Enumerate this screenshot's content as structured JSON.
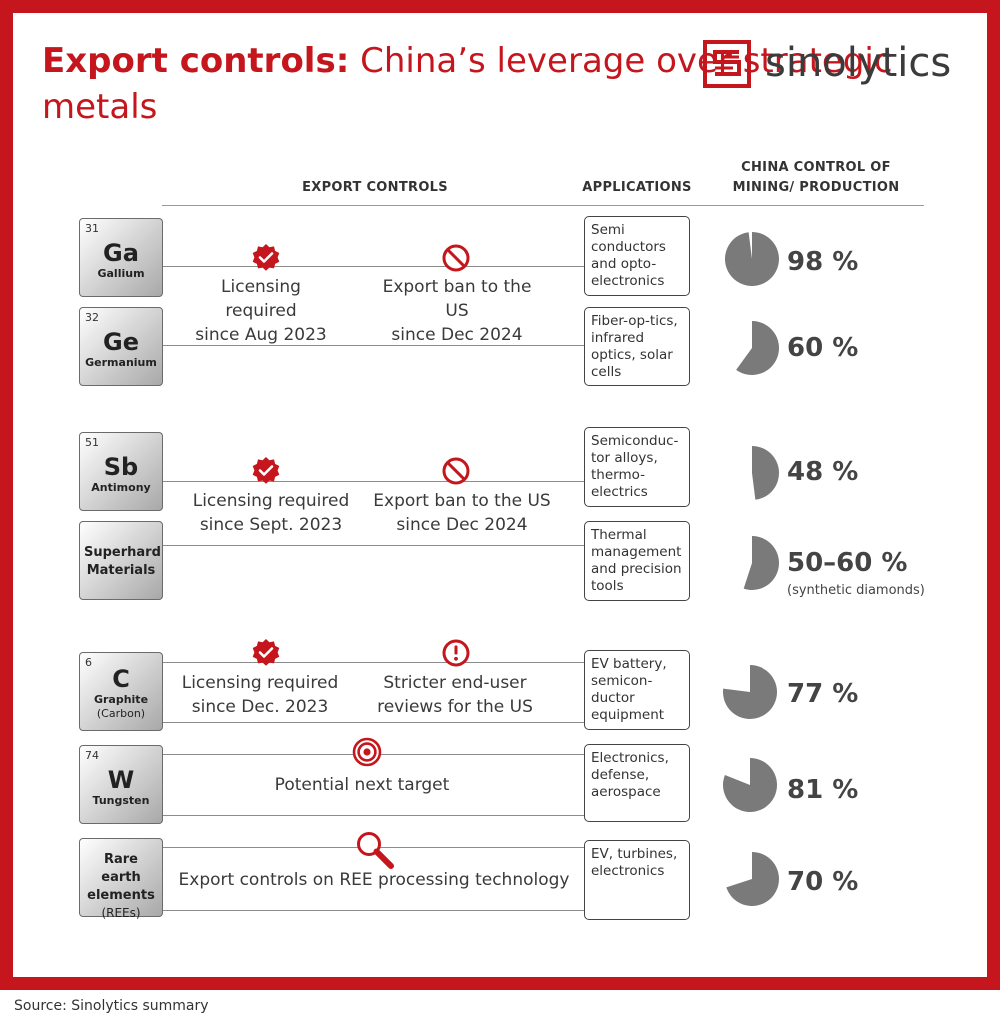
{
  "title": {
    "bold": "Export controls:",
    "rest": "China’s leverage over strategic metals"
  },
  "brand": {
    "name": "sinolytics",
    "color": "#c4161c"
  },
  "headers": {
    "export_controls": "EXPORT CONTROLS",
    "applications": "APPLICATIONS",
    "china_control": "CHINA CONTROL OF MINING/ PRODUCTION"
  },
  "rows": [
    {
      "number": "31",
      "symbol": "Ga",
      "name": "Gallium",
      "application": "Semi conductors and opto-electronics",
      "percent": "98 %",
      "share": 0.98
    },
    {
      "number": "32",
      "symbol": "Ge",
      "name": "Germanium",
      "application": "Fiber-op-tics, infrared optics, solar cells",
      "percent": "60 %",
      "share": 0.6
    },
    {
      "number": "51",
      "symbol": "Sb",
      "name": "Antimony",
      "application": "Semiconduc-tor alloys, thermo-electrics",
      "percent": "48 %",
      "share": 0.48
    },
    {
      "name": "Superhard Materials",
      "application": "Thermal management and precision tools",
      "percent": "50–60 %",
      "percent_note": "(synthetic diamonds)",
      "share": 0.55
    },
    {
      "number": "6",
      "symbol": "C",
      "name": "Graphite",
      "note": "(Carbon)",
      "application": "EV battery, semicon-ductor equipment",
      "percent": "77 %",
      "share": 0.77
    },
    {
      "number": "74",
      "symbol": "W",
      "name": "Tungsten",
      "application": "Electronics, defense, aerospace",
      "percent": "81 %",
      "share": 0.81
    },
    {
      "name": "Rare earth elements",
      "note": "(REEs)",
      "application": "EV, turbines, electronics",
      "percent": "70 %",
      "share": 0.7
    }
  ],
  "controls": [
    {
      "icon": "check-badge-icon",
      "line1": "Licensing required",
      "line2": "since Aug 2023"
    },
    {
      "icon": "prohibited-icon",
      "line1": "Export ban to the US",
      "line2": "since Dec 2024"
    },
    {
      "icon": "check-badge-icon",
      "line1": "Licensing required",
      "line2": "since Sept. 2023"
    },
    {
      "icon": "prohibited-icon",
      "line1": "Export ban to the US",
      "line2": "since Dec 2024"
    },
    {
      "icon": "check-badge-icon",
      "line1": "Licensing required",
      "line2": "since Dec. 2023"
    },
    {
      "icon": "exclamation-icon",
      "line1": "Stricter end-user",
      "line2": "reviews for the US"
    },
    {
      "icon": "target-icon",
      "line1": "Potential next target"
    },
    {
      "icon": "magnifier-icon",
      "line1": "Export controls on REE processing technology"
    }
  ],
  "colors": {
    "accent": "#c4161c",
    "pie": "#7a7a7a",
    "text": "#333333"
  },
  "source": "Source: Sinolytics summary"
}
